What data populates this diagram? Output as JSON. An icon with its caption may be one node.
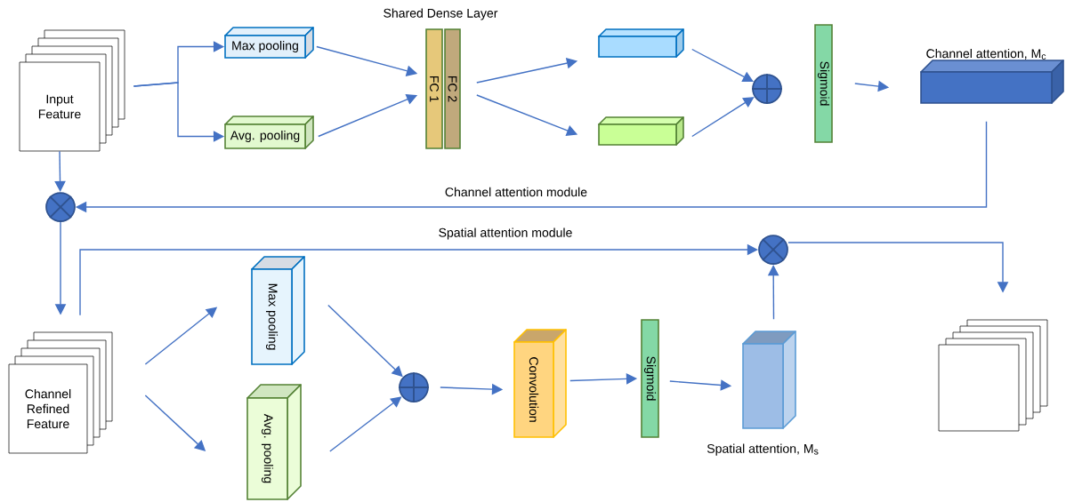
{
  "diagram": {
    "nodes": [
      {
        "text": [
          "Input Feature"
        ]
      },
      {
        "text": [
          "Max pooling"
        ]
      },
      {
        "text": [
          "Avg. pooling"
        ]
      },
      {
        "text": [
          "FC 1"
        ]
      },
      {
        "text": [
          "FC 2"
        ]
      },
      {
        "text": [],
        "shape": "box"
      },
      {
        "text": [],
        "shape": "box"
      },
      {
        "text": [],
        "shape": "circle"
      },
      {
        "text": [
          "Sigmoid"
        ]
      },
      {
        "text": [
          "Channel attention, M$_{c}$"
        ]
      },
      {
        "text": [],
        "shape": "circle"
      },
      {
        "text": [
          "Channel Refined Feature"
        ]
      },
      {
        "text": [
          "Max pooling"
        ]
      },
      {
        "text": [
          "Avg. pooling"
        ]
      },
      {
        "text": [],
        "shape": "circle"
      },
      {
        "text": [
          "Convolution"
        ]
      },
      {
        "text": [
          "Sigmoid"
        ]
      },
      {
        "text": [
          "Spatial attention, M$_{s}$"
        ]
      },
      {
        "text": [],
        "shape": "circle"
      },
      {
        "text": [],
        "shape": "box"
      }
    ],
    "edges": [
      {
        "from": 0,
        "to": 1,
        "arrow": "to"
      },
      {
        "from": 0,
        "to": 2,
        "arrow": "to"
      },
      {
        "from": 1,
        "to": 3,
        "arrow": "to"
      },
      {
        "from": 2,
        "to": 3,
        "arrow": "to"
      },
      {
        "from": 4,
        "to": 5,
        "arrow": "to"
      },
      {
        "from": 4,
        "to": 6,
        "arrow": "to"
      },
      {
        "from": 5,
        "to": 7,
        "arrow": "to"
      },
      {
        "from": 6,
        "to": 7,
        "arrow": "to"
      },
      {
        "from": 8,
        "to": 9,
        "arrow": "to"
      },
      {
        "from": 9,
        "to": 10,
        "arrow": "to",
        "label": "Channel attention module"
      },
      {
        "from": 0,
        "to": 10,
        "arrow": "to"
      },
      {
        "from": 10,
        "to": 11,
        "arrow": "to"
      },
      {
        "from": 11,
        "to": 18,
        "arrow": "to",
        "label": "Spatial attention module"
      },
      {
        "from": 11,
        "to": 12,
        "arrow": "to"
      },
      {
        "from": 11,
        "to": 13,
        "arrow": "to"
      },
      {
        "from": 12,
        "to": 14,
        "arrow": "to"
      },
      {
        "from": 13,
        "to": 14,
        "arrow": "to"
      },
      {
        "from": 14,
        "to": 15,
        "arrow": "to"
      },
      {
        "from": 15,
        "to": 16,
        "arrow": "to"
      },
      {
        "from": 16,
        "to": 17,
        "arrow": "to"
      },
      {
        "from": 17,
        "to": 18,
        "arrow": "to"
      },
      {
        "from": 18,
        "to": 19,
        "arrow": "to"
      }
    ],
    "labels": [
      "Shared Dense Layer"
    ]
  }
}
